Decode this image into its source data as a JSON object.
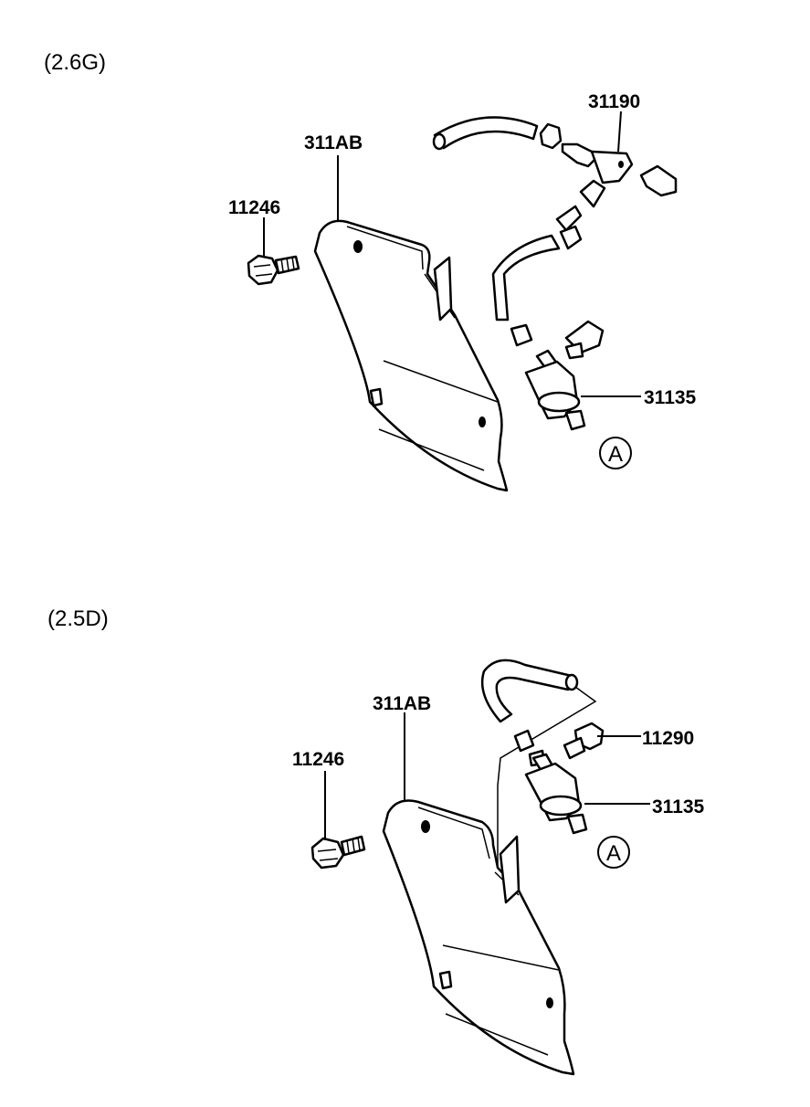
{
  "sections": [
    {
      "title": "(2.6G)",
      "labels": {
        "bracket": "311AB",
        "bolt": "11246",
        "fitting": "31190",
        "filter": "31135",
        "ref": "A"
      }
    },
    {
      "title": "(2.5D)",
      "labels": {
        "bracket": "311AB",
        "bolt": "11246",
        "bolt2": "11290",
        "filter": "31135",
        "ref": "A"
      }
    }
  ]
}
